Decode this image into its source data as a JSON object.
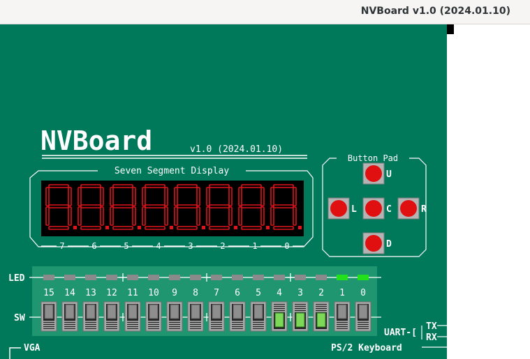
{
  "window": {
    "title": "NVBoard v1.0 (2024.01.10)"
  },
  "board": {
    "logo": "NVBoard",
    "version": "v1.0 (2024.01.10)",
    "seg_title": "Seven Segment Display",
    "digit_labels": [
      "7",
      "6",
      "5",
      "4",
      "3",
      "2",
      "1",
      "0"
    ],
    "btn_title": "Button Pad",
    "buttons": [
      {
        "key": "up",
        "label": "U"
      },
      {
        "key": "left",
        "label": "L"
      },
      {
        "key": "center",
        "label": "C"
      },
      {
        "key": "right",
        "label": "R"
      },
      {
        "key": "down",
        "label": "D"
      }
    ],
    "led_label": "LED",
    "sw_label": "SW",
    "indices": [
      "15",
      "14",
      "13",
      "12",
      "11",
      "10",
      "9",
      "8",
      "7",
      "6",
      "5",
      "4",
      "3",
      "2",
      "1",
      "0"
    ],
    "leds_on": [
      false,
      false,
      false,
      false,
      false,
      false,
      false,
      false,
      false,
      false,
      false,
      false,
      false,
      false,
      true,
      true
    ],
    "switches_on": [
      false,
      false,
      false,
      false,
      false,
      false,
      false,
      false,
      false,
      false,
      false,
      true,
      true,
      true,
      false,
      false
    ],
    "uart_label": "UART-[",
    "tx_label": "TX",
    "rx_label": "RX",
    "vga_label": "VGA",
    "ps2_label": "PS/2 Keyboard"
  },
  "colors": {
    "board": "#00795a",
    "panel": "#209670",
    "led_off": "#8a8a8a",
    "led_on": "#22e01c",
    "segment": "#e0141a",
    "button": "#e01010",
    "switch_on": "#7ed858"
  }
}
